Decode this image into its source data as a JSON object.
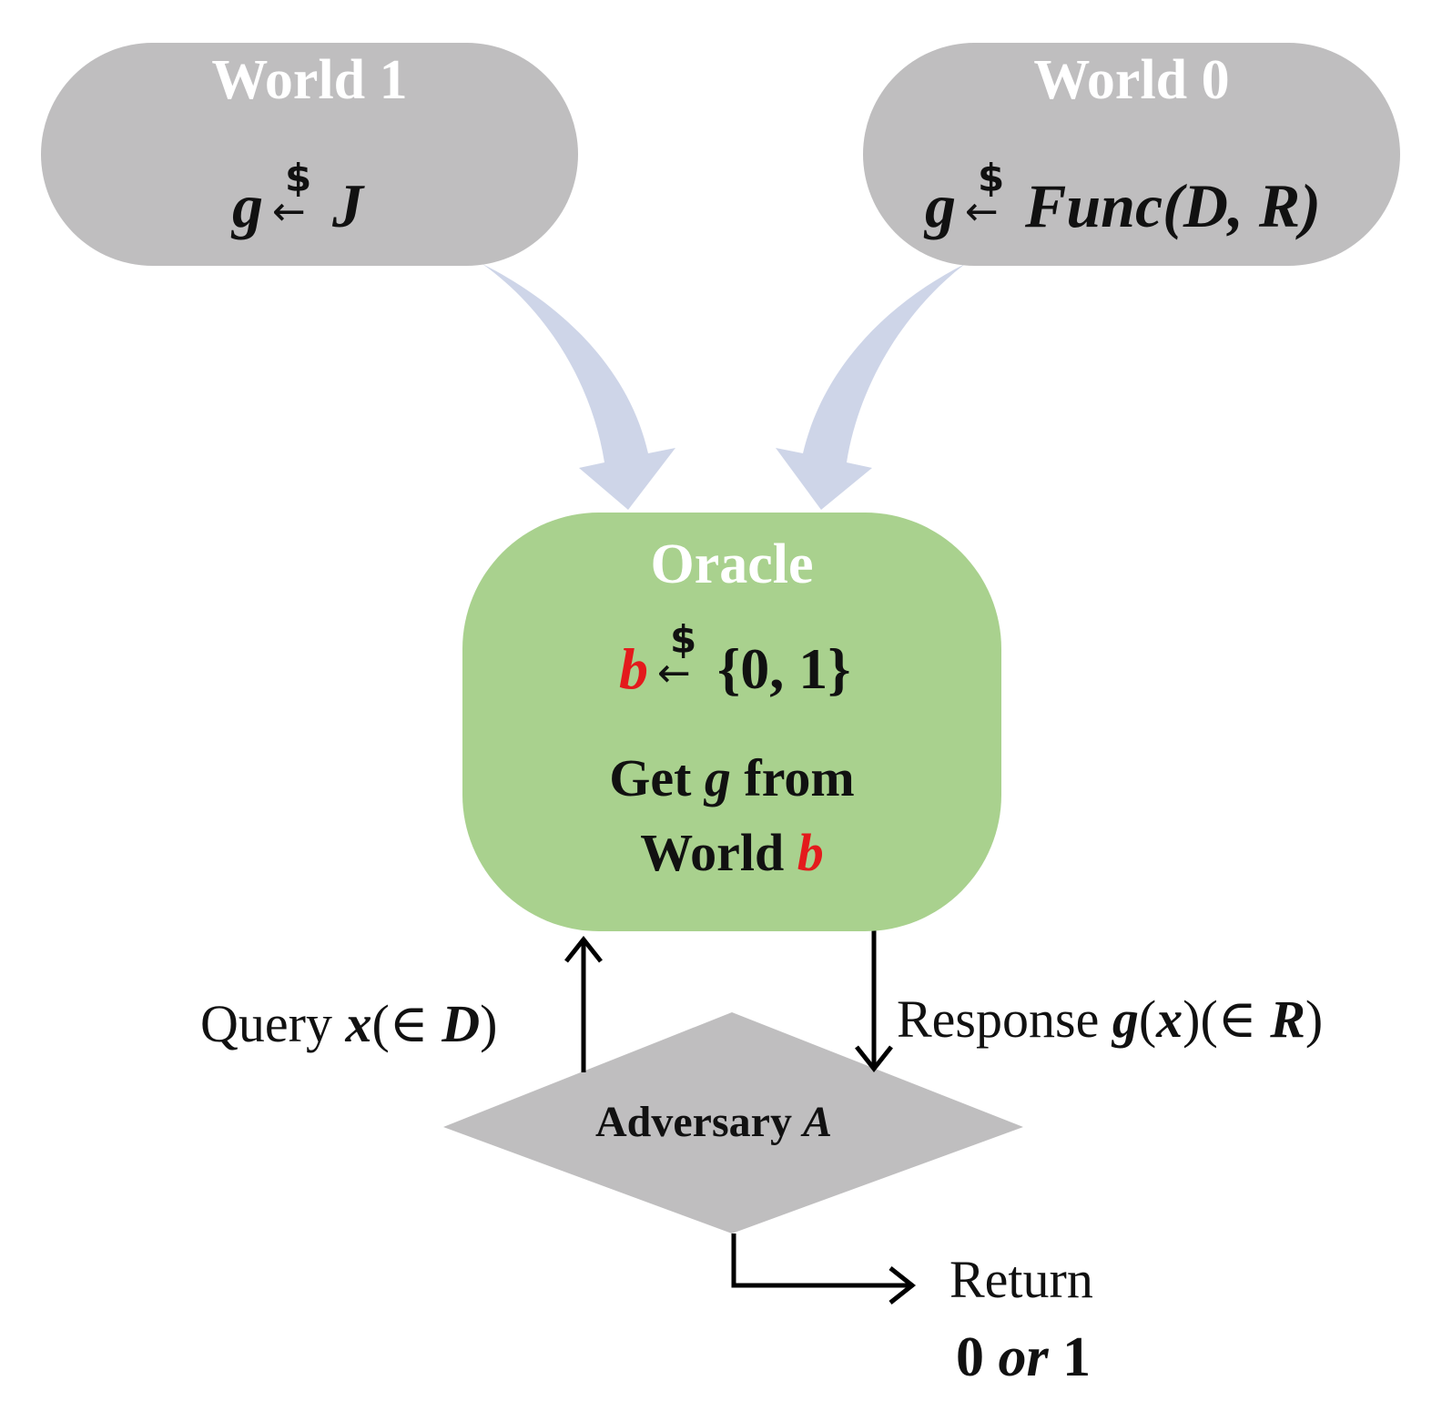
{
  "world1": {
    "title": "World 1",
    "var": "g",
    "sample_symbol": "$",
    "set": "J"
  },
  "world0": {
    "title": "World 0",
    "var": "g",
    "sample_symbol": "$",
    "set": "Func(D, R)"
  },
  "oracle": {
    "title": "Oracle",
    "bit": "b",
    "sample_symbol": "$",
    "bit_set": "{0, 1}",
    "line1_a": "Get",
    "line1_var": "g",
    "line1_b": "from",
    "line2_a": "World",
    "line2_var": "b"
  },
  "adversary": {
    "label": "Adversary",
    "name": "A"
  },
  "query": {
    "word": "Query",
    "math_var": "x",
    "math_rest": "(∈ ",
    "math_set": "D",
    "math_close": ")"
  },
  "response": {
    "word": "Response",
    "math_a": "g",
    "math_b": "(",
    "math_c": "x",
    "math_d": ")(∈ ",
    "math_set": "R",
    "math_close": ")"
  },
  "return": {
    "word": "Return",
    "value_a": "0",
    "value_or": "or",
    "value_b": "1"
  },
  "colors": {
    "world_fill": "#bfbebf",
    "oracle_fill": "#a9d18e",
    "adversary_fill": "#bfbebf",
    "curve_arrow_fill": "#ced5e8",
    "highlight_red": "#e41a1c"
  }
}
